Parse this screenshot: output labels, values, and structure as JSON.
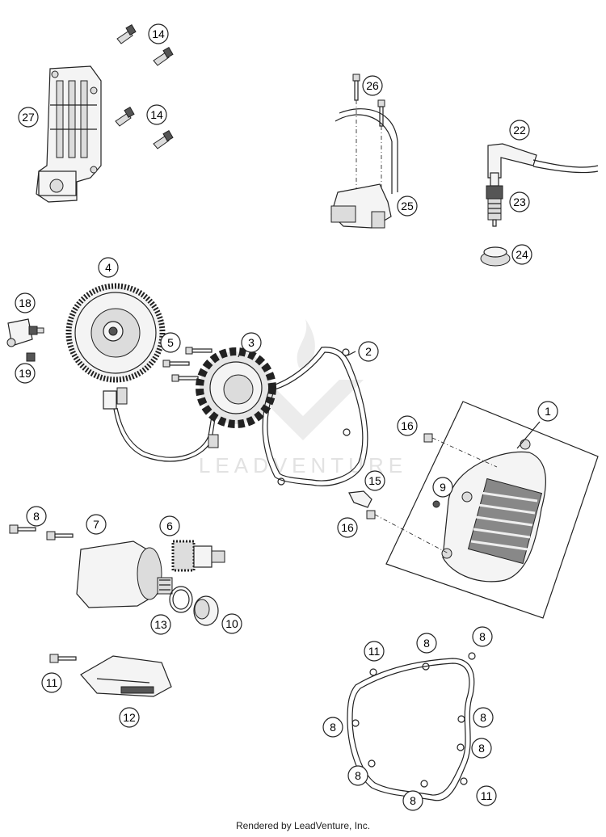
{
  "watermark": "LEADVENTURE",
  "footer": "Rendered by LeadVenture, Inc.",
  "callouts": [
    {
      "id": "c14a",
      "label": "14"
    },
    {
      "id": "c14b",
      "label": "14"
    },
    {
      "id": "c27",
      "label": "27"
    },
    {
      "id": "c26",
      "label": "26"
    },
    {
      "id": "c22",
      "label": "22"
    },
    {
      "id": "c25",
      "label": "25"
    },
    {
      "id": "c23",
      "label": "23"
    },
    {
      "id": "c24",
      "label": "24"
    },
    {
      "id": "c4",
      "label": "4"
    },
    {
      "id": "c18",
      "label": "18"
    },
    {
      "id": "c19",
      "label": "19"
    },
    {
      "id": "c5",
      "label": "5"
    },
    {
      "id": "c3",
      "label": "3"
    },
    {
      "id": "c2",
      "label": "2"
    },
    {
      "id": "c1",
      "label": "1"
    },
    {
      "id": "c16a",
      "label": "16"
    },
    {
      "id": "c15",
      "label": "15"
    },
    {
      "id": "c9",
      "label": "9"
    },
    {
      "id": "c16b",
      "label": "16"
    },
    {
      "id": "c8a",
      "label": "8"
    },
    {
      "id": "c7",
      "label": "7"
    },
    {
      "id": "c6",
      "label": "6"
    },
    {
      "id": "c13",
      "label": "13"
    },
    {
      "id": "c10",
      "label": "10"
    },
    {
      "id": "c11a",
      "label": "11"
    },
    {
      "id": "c12",
      "label": "12"
    },
    {
      "id": "c11b",
      "label": "11"
    },
    {
      "id": "c8b",
      "label": "8"
    },
    {
      "id": "c8c",
      "label": "8"
    },
    {
      "id": "c8d",
      "label": "8"
    },
    {
      "id": "c8e",
      "label": "8"
    },
    {
      "id": "c8f",
      "label": "8"
    },
    {
      "id": "c8g",
      "label": "8"
    },
    {
      "id": "c8h",
      "label": "8"
    },
    {
      "id": "c11c",
      "label": "11"
    }
  ]
}
